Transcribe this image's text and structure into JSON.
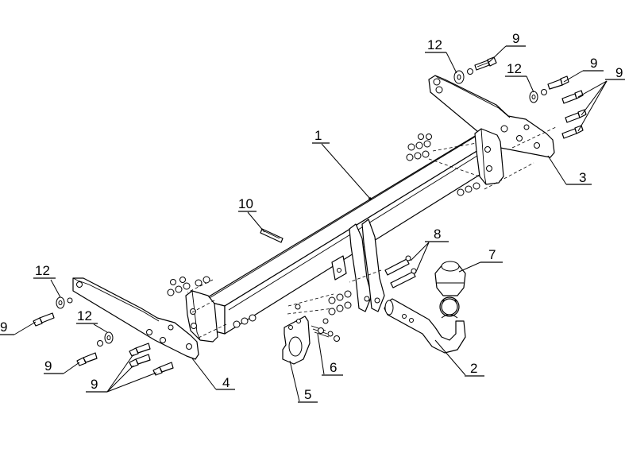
{
  "diagram": {
    "labels": {
      "frame": "1",
      "ball_arm": "2",
      "bracket_right": "3",
      "bracket_left": "4",
      "socket_plate": "5",
      "socket_screws": "6",
      "ball_cap": "7",
      "arm_bolts": "8",
      "bolt_top_1": "9",
      "bolt_top_2": "9",
      "bolt_group_right": "9",
      "bolt_left_1": "9",
      "bolt_left_2": "9",
      "bolt_group_left": "9",
      "stud": "10",
      "washer_top_1": "12",
      "washer_top_2": "12",
      "washer_left_1": "12",
      "washer_left_2": "12"
    }
  }
}
